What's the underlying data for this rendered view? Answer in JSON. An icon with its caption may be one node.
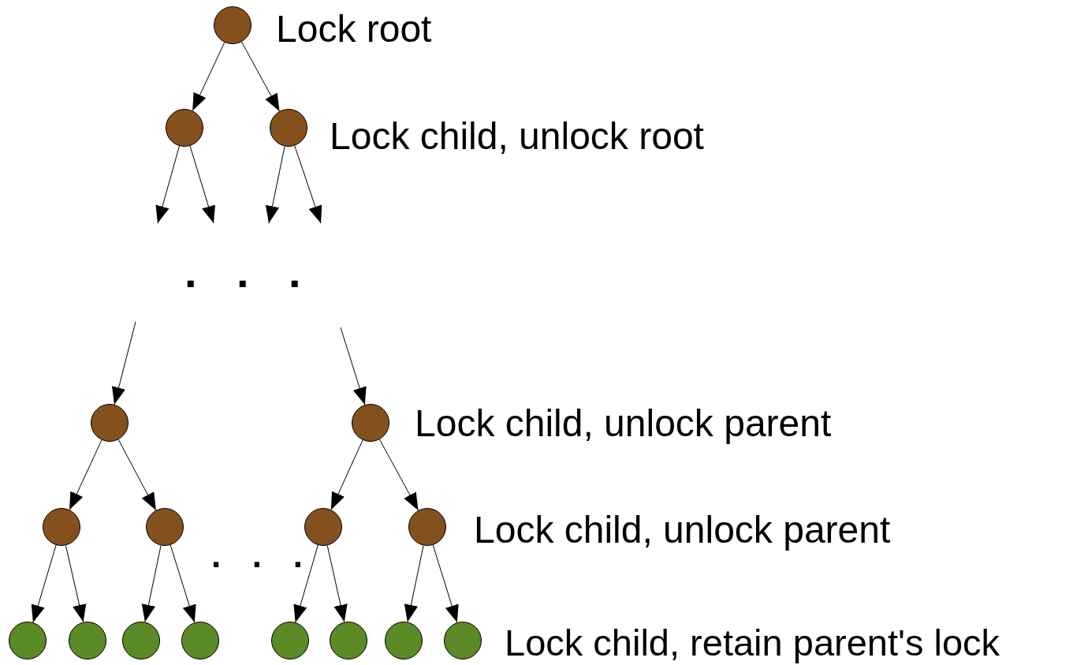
{
  "diagram": {
    "nodes": [
      {
        "text": [],
        "shape": "circle"
      },
      {
        "text": [],
        "shape": "circle"
      },
      {
        "text": [],
        "shape": "circle"
      },
      {
        "text": [],
        "shape": "circle"
      },
      {
        "text": [],
        "shape": "circle"
      },
      {
        "text": [],
        "shape": "circle"
      },
      {
        "text": [],
        "shape": "circle"
      },
      {
        "text": [],
        "shape": "circle"
      },
      {
        "text": [],
        "shape": "circle"
      },
      {
        "text": [],
        "shape": "circle"
      },
      {
        "text": [],
        "shape": "circle"
      },
      {
        "text": [],
        "shape": "circle"
      },
      {
        "text": [],
        "shape": "circle"
      },
      {
        "text": [],
        "shape": "circle"
      },
      {
        "text": [],
        "shape": "circle"
      },
      {
        "text": [],
        "shape": "circle"
      },
      {
        "text": [],
        "shape": "circle"
      }
    ],
    "edges": [
      {
        "from": 0,
        "to": 1,
        "arrow": "to"
      },
      {
        "from": 0,
        "to": 2,
        "arrow": "to"
      },
      {
        "from": 1,
        "to": null,
        "arrow": "to"
      },
      {
        "from": 1,
        "to": null,
        "arrow": "to"
      },
      {
        "from": 2,
        "to": null,
        "arrow": "to"
      },
      {
        "from": 2,
        "to": null,
        "arrow": "to"
      },
      {
        "from": null,
        "to": 3,
        "arrow": "to"
      },
      {
        "from": null,
        "to": 4,
        "arrow": "to"
      },
      {
        "from": 3,
        "to": 5,
        "arrow": "to"
      },
      {
        "from": 3,
        "to": 6,
        "arrow": "to"
      },
      {
        "from": 4,
        "to": 7,
        "arrow": "to"
      },
      {
        "from": 4,
        "to": 8,
        "arrow": "to"
      },
      {
        "from": 5,
        "to": 9,
        "arrow": "to"
      },
      {
        "from": 5,
        "to": 10,
        "arrow": "to"
      },
      {
        "from": 6,
        "to": 11,
        "arrow": "to"
      },
      {
        "from": 6,
        "to": 12,
        "arrow": "to"
      },
      {
        "from": 7,
        "to": 13,
        "arrow": "to"
      },
      {
        "from": 7,
        "to": 14,
        "arrow": "to"
      },
      {
        "from": 8,
        "to": 15,
        "arrow": "to"
      },
      {
        "from": 8,
        "to": 16,
        "arrow": "to"
      }
    ],
    "labels": [
      "Lock root",
      "Lock child, unlock root",
      "...",
      "Lock child, unlock parent",
      "Lock child, unlock parent",
      "...",
      "Lock child, retain parent's lock"
    ]
  }
}
